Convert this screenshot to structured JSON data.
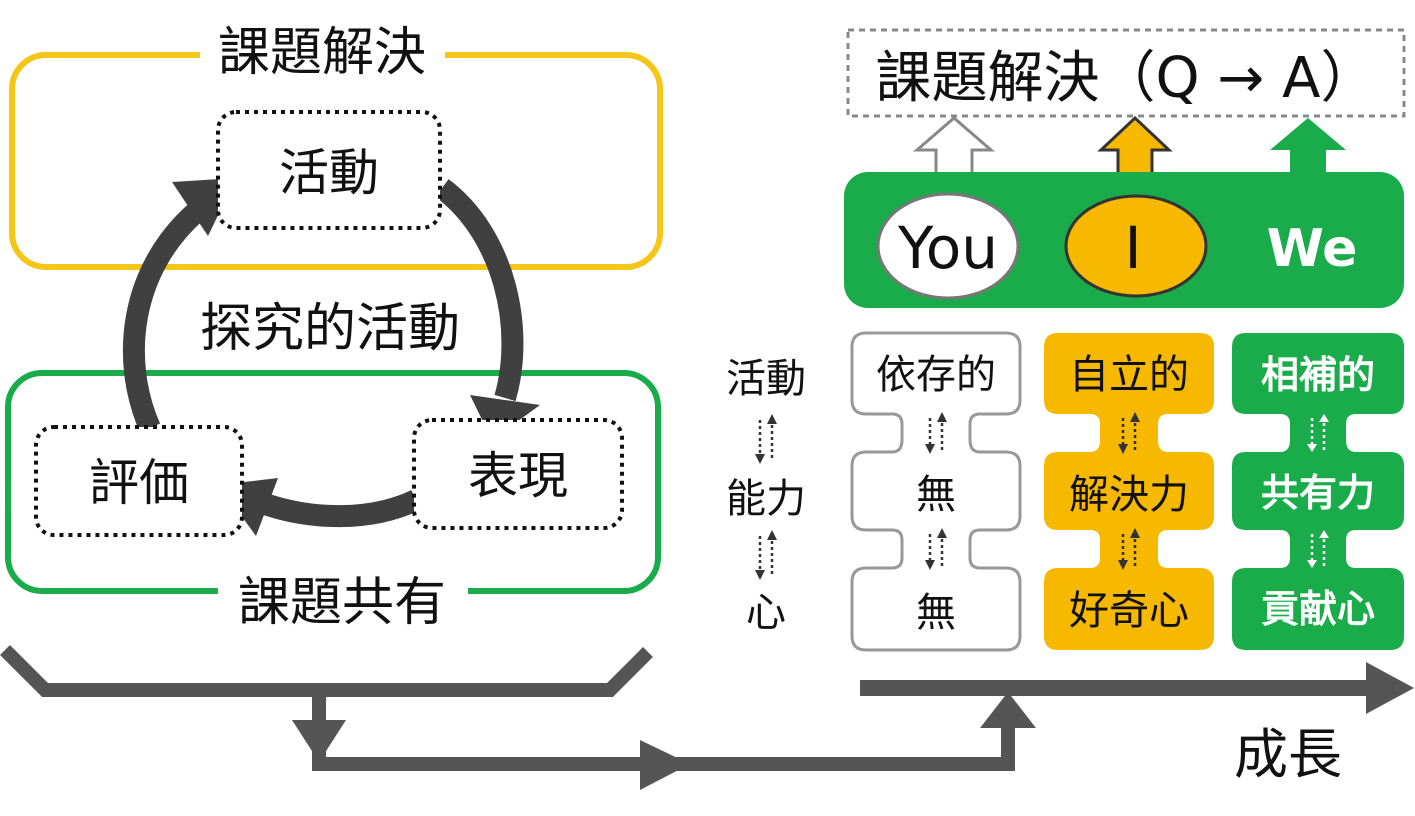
{
  "left": {
    "top_box_label": "課題解決",
    "bottom_box_label": "課題共有",
    "center_label": "探究的活動",
    "node_activity": "活動",
    "node_expression": "表現",
    "node_evaluation": "評価"
  },
  "right": {
    "goal_label": "課題解決（Q → A）",
    "actors": {
      "you": "You",
      "i": "I",
      "we": "We"
    },
    "row_labels": {
      "activity": "活動",
      "ability": "能力",
      "heart": "心"
    },
    "columns": {
      "you": {
        "activity": "依存的",
        "ability": "無",
        "heart": "無"
      },
      "i": {
        "activity": "自立的",
        "ability": "解決力",
        "heart": "好奇心"
      },
      "we": {
        "activity": "相補的",
        "ability": "共有力",
        "heart": "貢献心"
      }
    },
    "growth_label": "成長"
  },
  "colors": {
    "yellow_border": "#f5c518",
    "green_border": "#1aab4b",
    "green_fill": "#1aab4b",
    "orange_fill": "#f7b800",
    "dark_arrow": "#404040",
    "gray_border": "#888888"
  }
}
